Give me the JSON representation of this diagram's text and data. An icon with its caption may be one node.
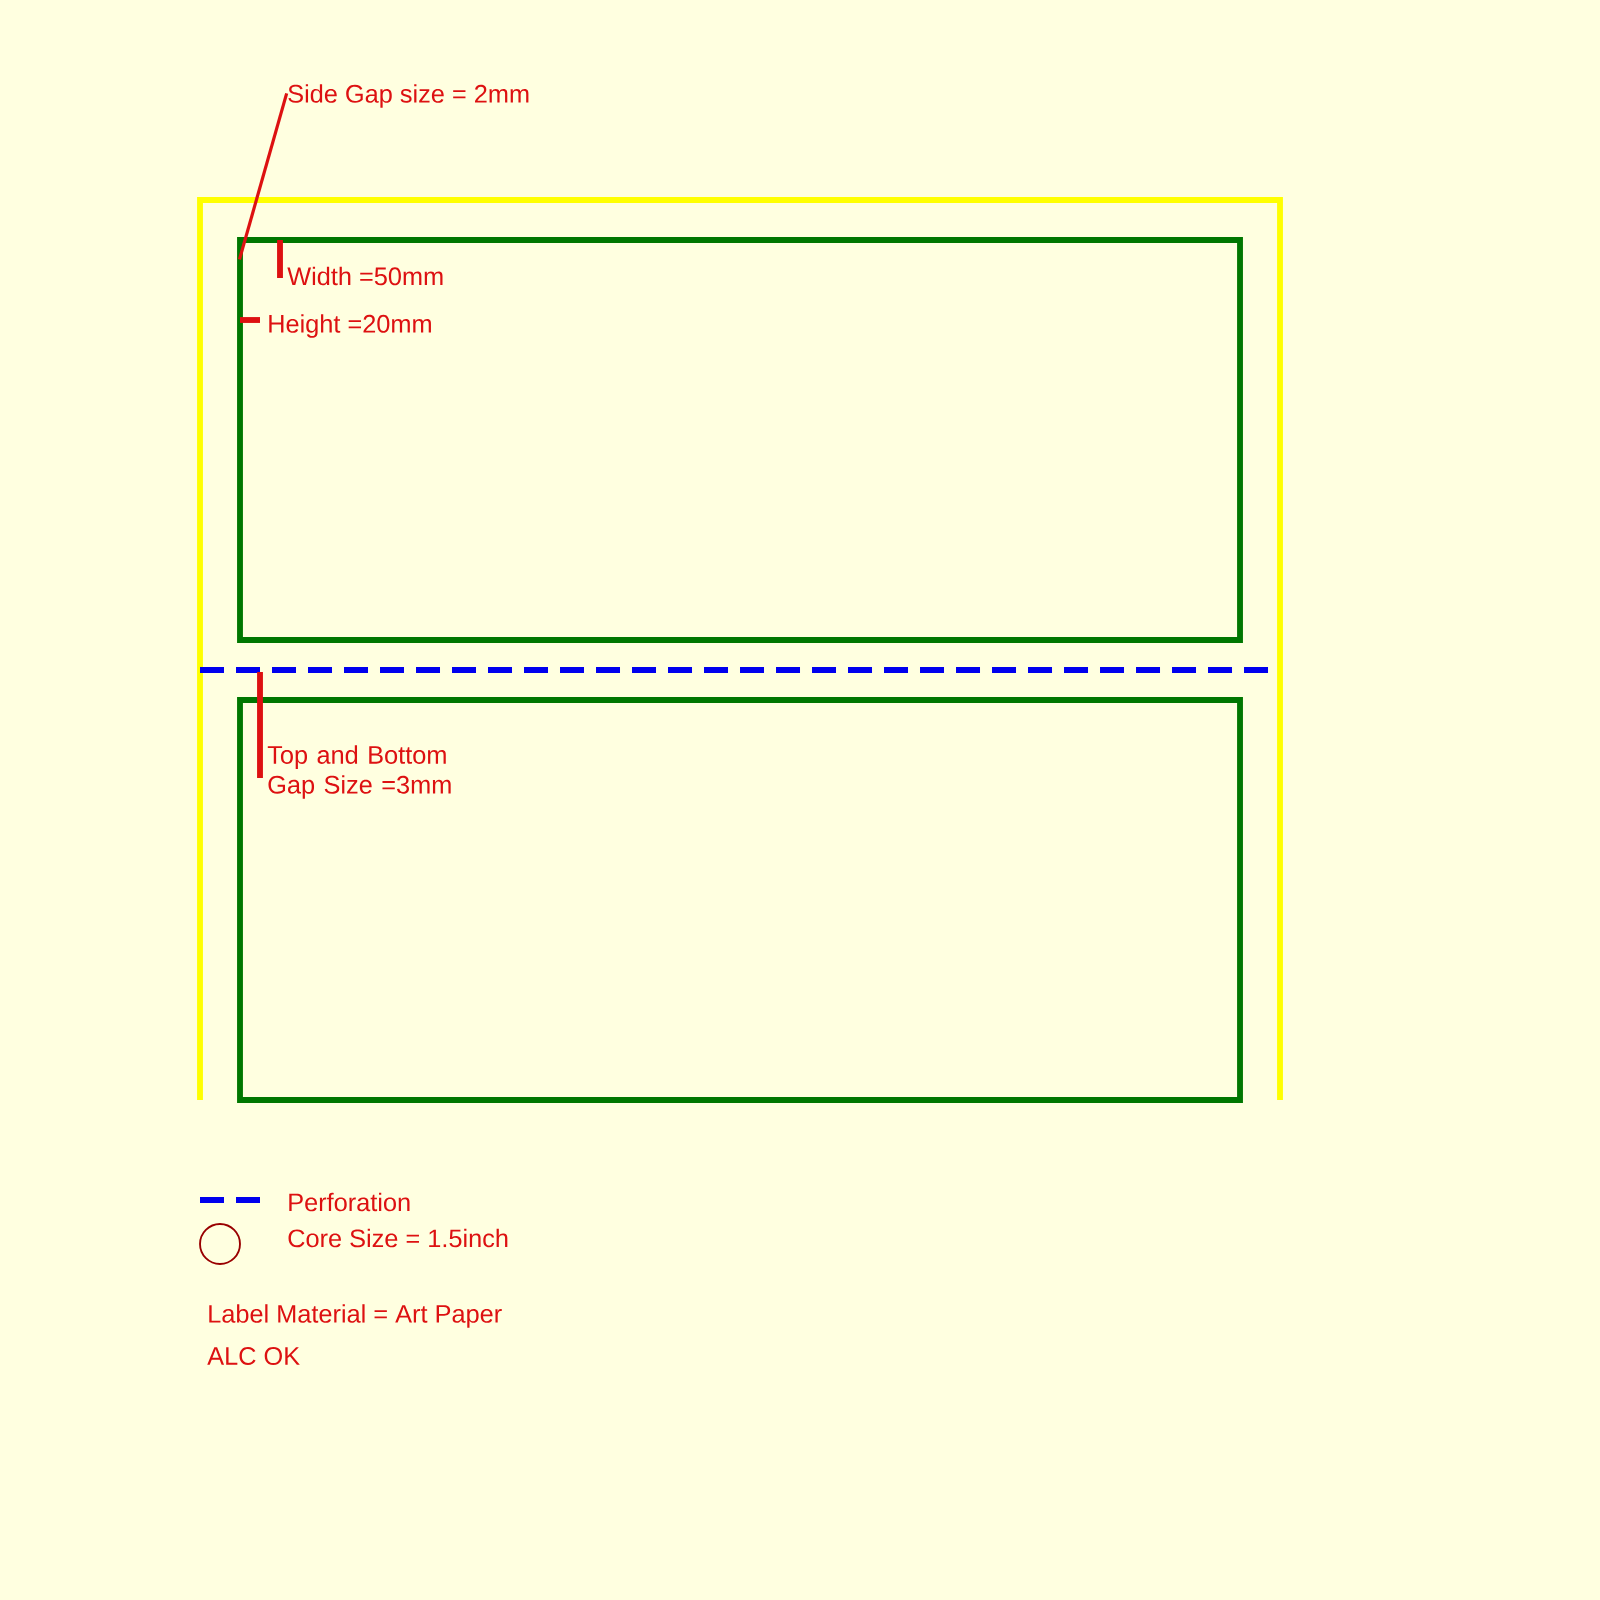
{
  "diagram": {
    "nodes": [
      {
        "text": [],
        "shape": "box"
      },
      {
        "text": [],
        "shape": "box",
        "in": 0
      },
      {
        "text": [],
        "shape": "box",
        "in": 0
      },
      {
        "text": [
          "Side Gap size = 2mm"
        ]
      }
    ],
    "edges": [
      {
        "from": 3,
        "to": 1,
        "arrow": "none"
      }
    ],
    "labels": [
      "Width =50mm",
      "Height =20mm",
      "Top and Bottom Gap Size =3mm",
      "Label Material = Art Paper",
      "ALC OK"
    ],
    "legend": [
      {
        "text": "Perforation"
      },
      {
        "text": "Core Size = 1.5inch"
      }
    ]
  }
}
